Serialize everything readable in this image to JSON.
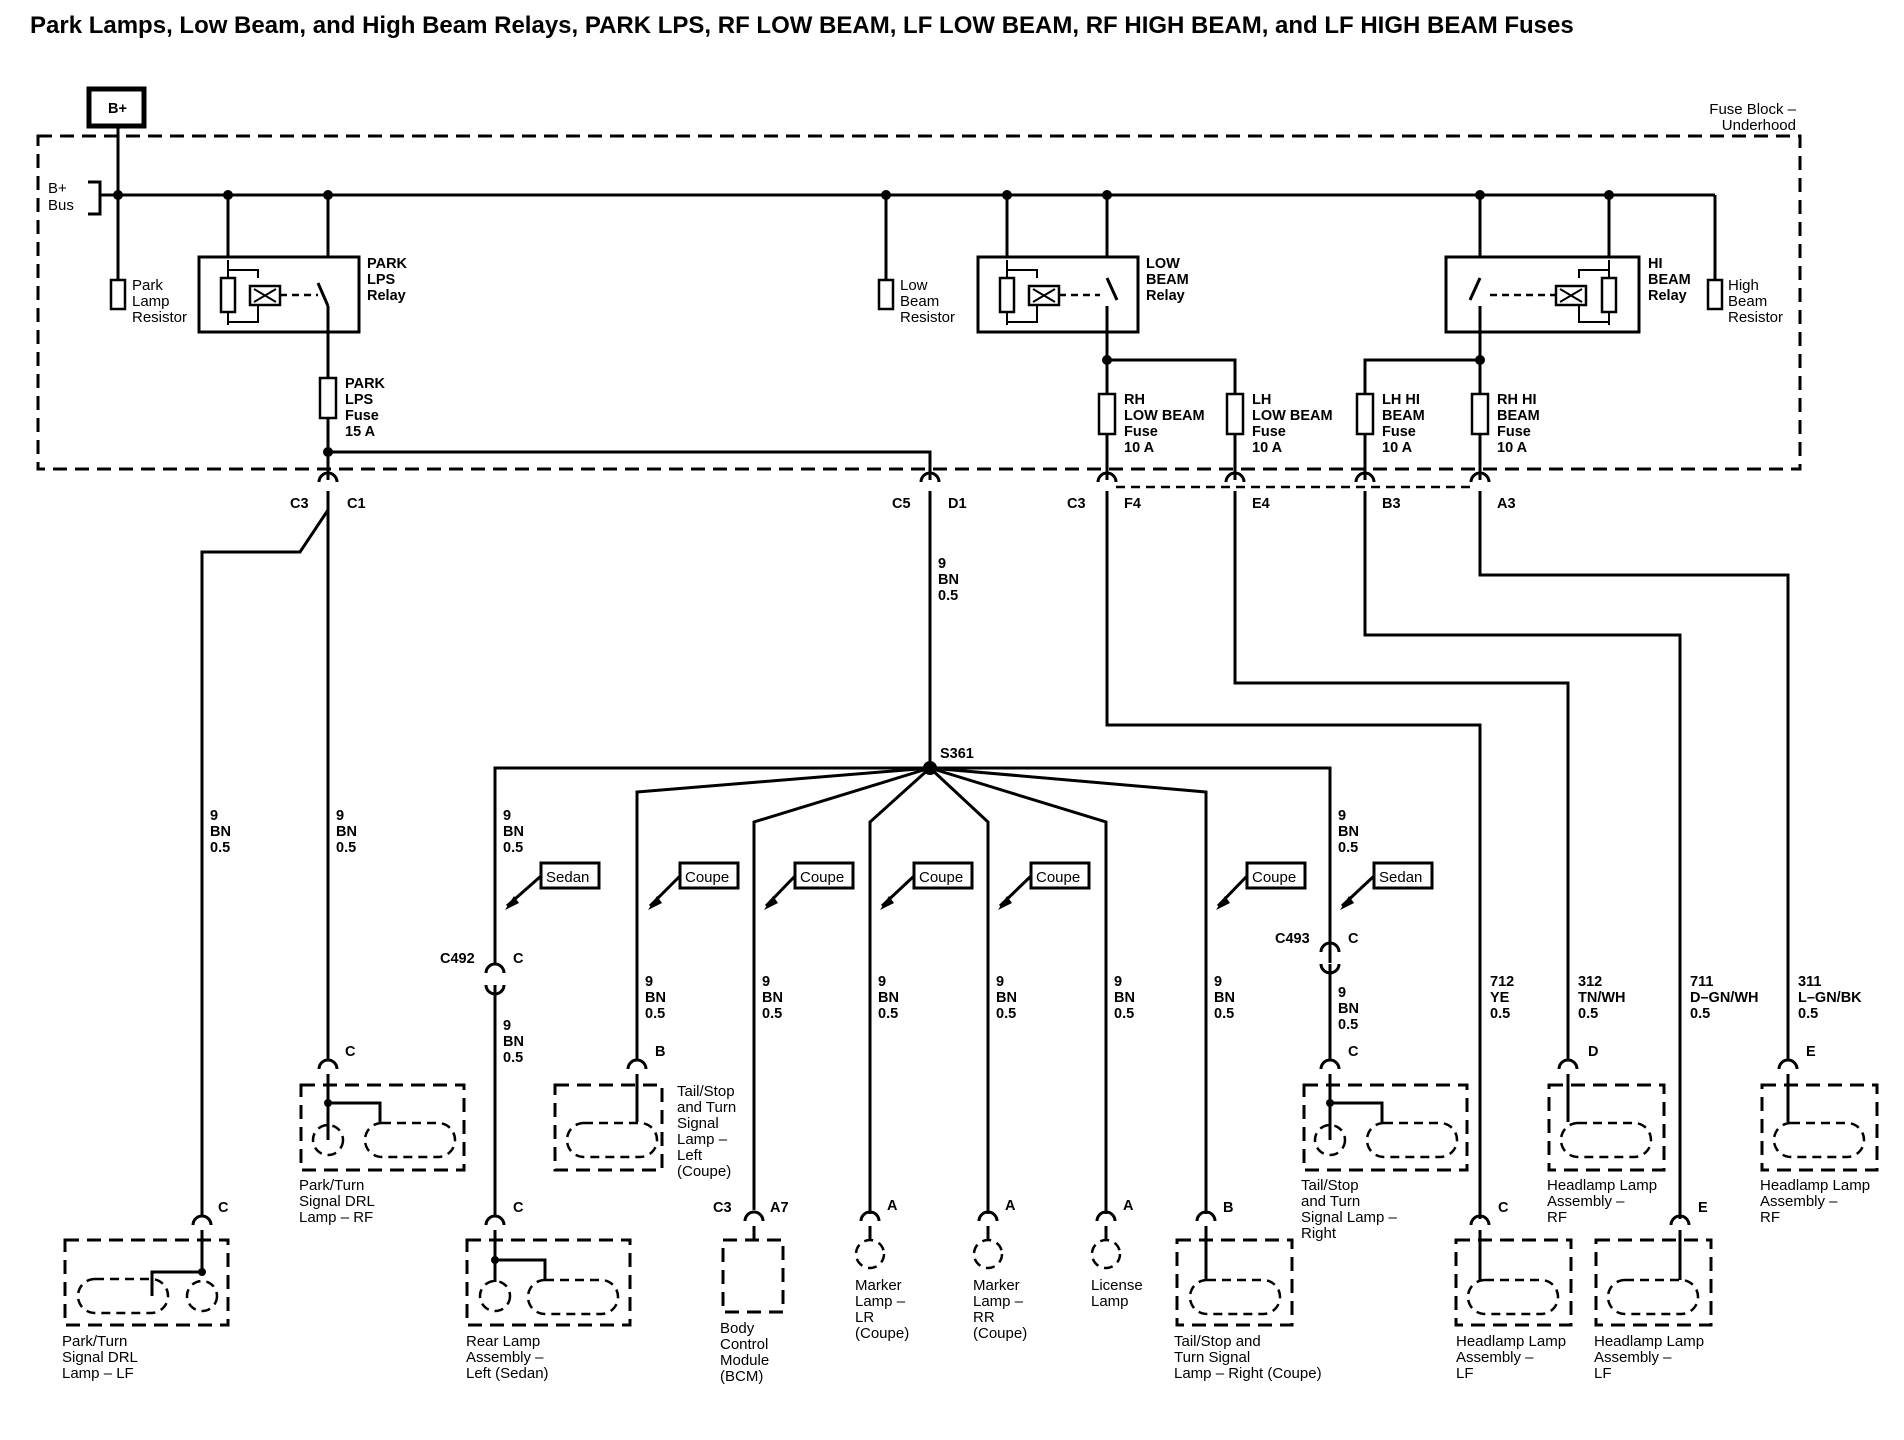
{
  "title": "Park Lamps, Low Beam, and High Beam Relays, PARK LPS, RF LOW BEAM, LF LOW BEAM, RF HIGH BEAM, and LF HIGH BEAM Fuses",
  "supply": {
    "battery": "B+",
    "bus": [
      "B+",
      "Bus"
    ]
  },
  "fuse_block": [
    "Fuse Block –",
    "Underhood"
  ],
  "resistors": {
    "park": [
      "Park",
      "Lamp",
      "Resistor"
    ],
    "low": [
      "Low",
      "Beam",
      "Resistor"
    ],
    "high": [
      "High",
      "Beam",
      "Resistor"
    ]
  },
  "relays": {
    "park": [
      "PARK",
      "LPS",
      "Relay"
    ],
    "low": [
      "LOW",
      "BEAM",
      "Relay"
    ],
    "hi": [
      "HI",
      "BEAM",
      "Relay"
    ]
  },
  "fuses": {
    "park": [
      "PARK",
      "LPS",
      "Fuse",
      "15 A"
    ],
    "rh_low": [
      "RH",
      "LOW BEAM",
      "Fuse",
      "10 A"
    ],
    "lh_low": [
      "LH",
      "LOW BEAM",
      "Fuse",
      "10 A"
    ],
    "lh_hi": [
      "LH HI",
      "BEAM",
      "Fuse",
      "10 A"
    ],
    "rh_hi": [
      "RH HI",
      "BEAM",
      "Fuse",
      "10 A"
    ]
  },
  "connectors": {
    "c3_left": "C3",
    "c1": "C1",
    "c5": "C5",
    "d1": "D1",
    "c3_right": "C3",
    "f4": "F4",
    "e4": "E4",
    "b3": "B3",
    "a3": "A3",
    "c492": "C492",
    "c493": "C493",
    "c3_bcm": "C3",
    "a7": "A7"
  },
  "splice": "S361",
  "wires": {
    "main": [
      "9",
      "BN",
      "0.5"
    ],
    "lf_park": [
      "9",
      "BN",
      "0.5"
    ],
    "rf_park": [
      "9",
      "BN",
      "0.5"
    ],
    "sedan_left": [
      "9",
      "BN",
      "0.5"
    ],
    "sedan_left_lower": [
      "9",
      "BN",
      "0.5"
    ],
    "coupe_tail_left": [
      "9",
      "BN",
      "0.5"
    ],
    "bcm": [
      "9",
      "BN",
      "0.5"
    ],
    "marker_lr": [
      "9",
      "BN",
      "0.5"
    ],
    "marker_rr": [
      "9",
      "BN",
      "0.5"
    ],
    "license": [
      "9",
      "BN",
      "0.5"
    ],
    "coupe_tail_right": [
      "9",
      "BN",
      "0.5"
    ],
    "sedan_right": [
      "9",
      "BN",
      "0.5"
    ],
    "sedan_right_lower": [
      "9",
      "BN",
      "0.5"
    ],
    "w712": [
      "712",
      "YE",
      "0.5"
    ],
    "w312": [
      "312",
      "TN/WH",
      "0.5"
    ],
    "w711": [
      "711",
      "D–GN/WH",
      "0.5"
    ],
    "w311": [
      "311",
      "L–GN/BK",
      "0.5"
    ]
  },
  "tags": {
    "sedan_left": "Sedan",
    "coupe_1": "Coupe",
    "coupe_2": "Coupe",
    "coupe_3": "Coupe",
    "coupe_4": "Coupe",
    "coupe_5": "Coupe",
    "sedan_right": "Sedan"
  },
  "pins": {
    "lf_park": "C",
    "rf_park": "C",
    "c492_top": "C",
    "rear_left": "C",
    "tail_left": "B",
    "marker_lr": "A",
    "marker_rr": "A",
    "license": "A",
    "tail_right_coupe": "B",
    "c493_top": "C",
    "tail_right": "C",
    "hl_lf_low": "C",
    "hl_rf_d": "D",
    "hl_lf_e": "E",
    "hl_rf_e": "E"
  },
  "components": {
    "lf_park": [
      "Park/Turn",
      "Signal DRL",
      "Lamp – LF"
    ],
    "rf_park": [
      "Park/Turn",
      "Signal DRL",
      "Lamp – RF"
    ],
    "rear_left": [
      "Rear Lamp",
      "Assembly –",
      "Left (Sedan)"
    ],
    "tail_left": [
      "Tail/Stop",
      "and Turn",
      "Signal",
      "Lamp –",
      "Left",
      "(Coupe)"
    ],
    "bcm": [
      "Body",
      "Control",
      "Module",
      "(BCM)"
    ],
    "marker_lr": [
      "Marker",
      "Lamp –",
      "LR",
      "(Coupe)"
    ],
    "marker_rr": [
      "Marker",
      "Lamp –",
      "RR",
      "(Coupe)"
    ],
    "license": [
      "License",
      "Lamp"
    ],
    "tail_right_coupe": [
      "Tail/Stop and",
      "Turn Signal",
      "Lamp – Right (Coupe)"
    ],
    "tail_right": [
      "Tail/Stop",
      "and Turn",
      "Signal Lamp –",
      "Right"
    ],
    "hl_lf_1": [
      "Headlamp Lamp",
      "Assembly –",
      "LF"
    ],
    "hl_rf_1": [
      "Headlamp Lamp",
      "Assembly –",
      "RF"
    ],
    "hl_lf_2": [
      "Headlamp Lamp",
      "Assembly –",
      "LF"
    ],
    "hl_rf_2": [
      "Headlamp Lamp",
      "Assembly –",
      "RF"
    ]
  }
}
